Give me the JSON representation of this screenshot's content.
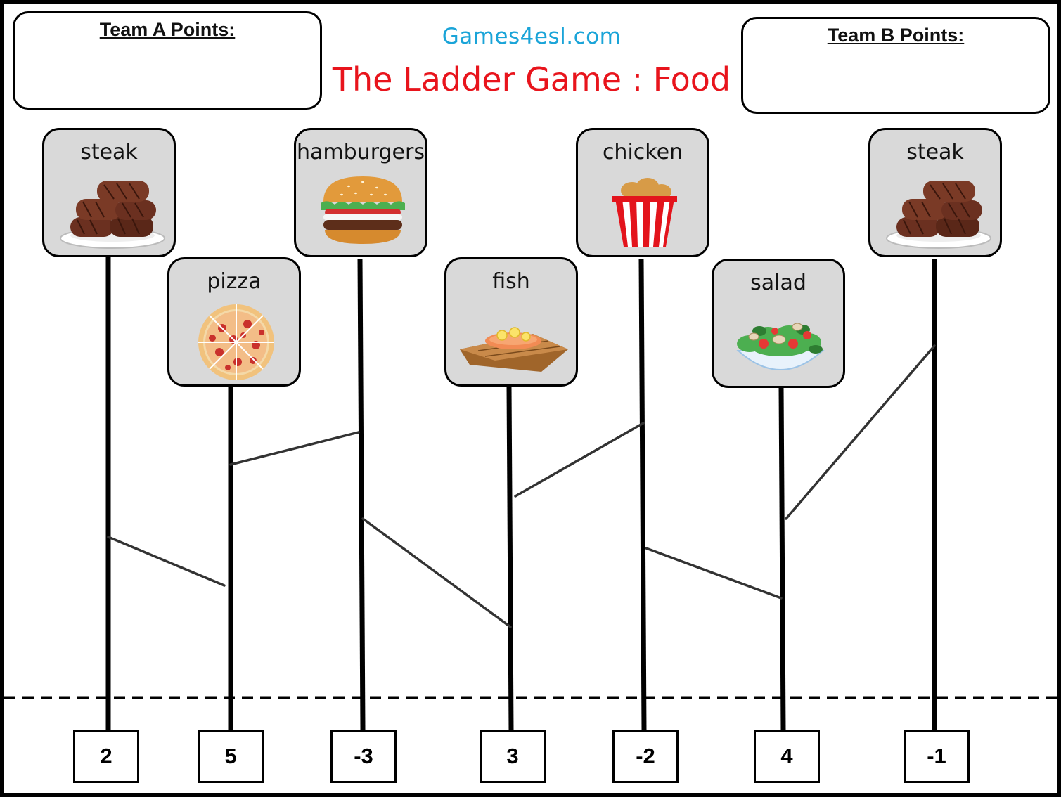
{
  "header": {
    "site": "Games4esl.com",
    "title": "The Ladder Game : Food"
  },
  "team_a": {
    "label": "Team A Points:"
  },
  "team_b": {
    "label": "Team B Points:"
  },
  "cards": [
    {
      "label": "steak",
      "icon": "steak-icon"
    },
    {
      "label": "pizza",
      "icon": "pizza-icon"
    },
    {
      "label": "hamburgers",
      "icon": "hamburger-icon"
    },
    {
      "label": "fish",
      "icon": "fish-icon"
    },
    {
      "label": "chicken",
      "icon": "chicken-bucket-icon"
    },
    {
      "label": "salad",
      "icon": "salad-icon"
    },
    {
      "label": "steak",
      "icon": "steak-icon"
    }
  ],
  "scores": [
    "2",
    "5",
    "-3",
    "3",
    "-2",
    "4",
    "-1"
  ]
}
